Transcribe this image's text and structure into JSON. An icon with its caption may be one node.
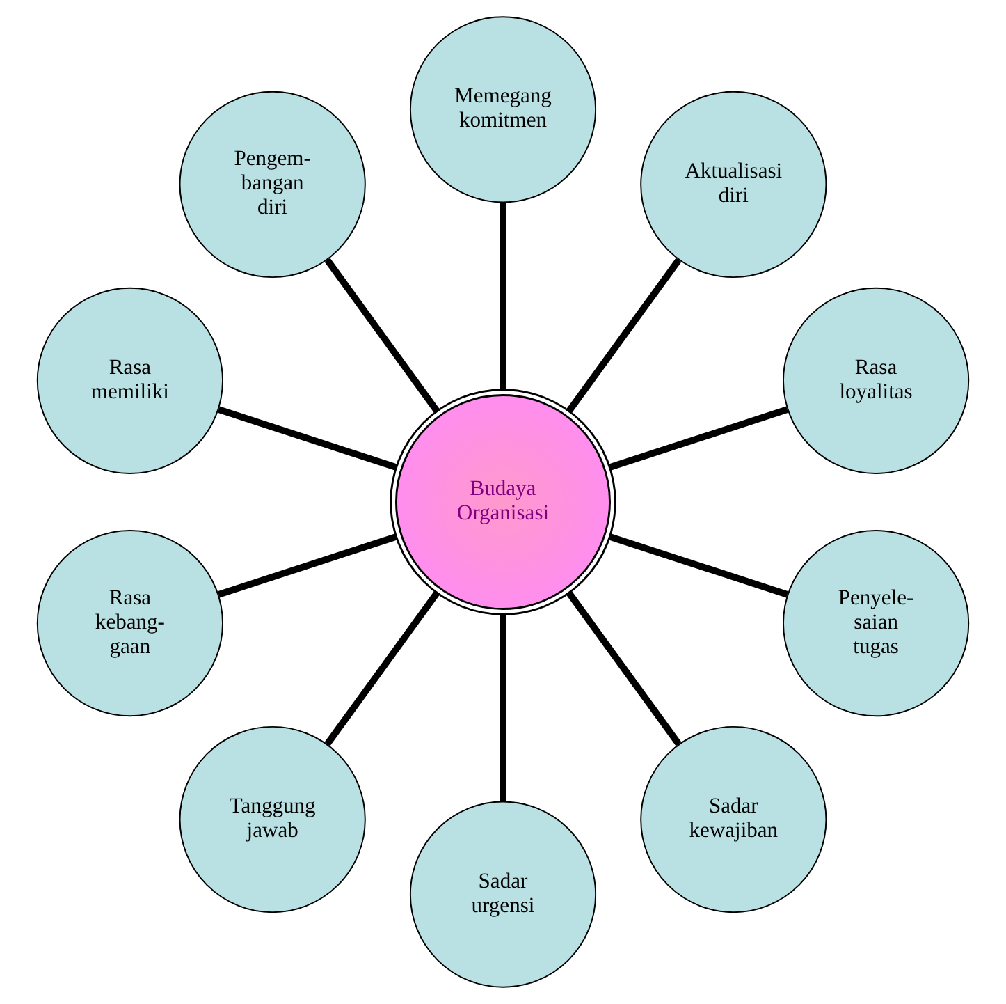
{
  "diagram": {
    "nodes": [
      {
        "text": [
          "Rasa loyalitas"
        ]
      },
      {
        "text": [
          "Aktualisasi diri"
        ]
      },
      {
        "text": [
          "Memegang komitmen"
        ]
      },
      {
        "text": [
          "Pengem- bangan diri"
        ]
      },
      {
        "text": [
          "Rasa memiliki"
        ]
      },
      {
        "text": [
          "Budaya Organisasi"
        ]
      },
      {
        "text": [
          "Rasa kebang- gaan"
        ]
      },
      {
        "text": [
          "Tanggung jawab"
        ]
      },
      {
        "text": [
          "Sadar urgensi"
        ]
      },
      {
        "text": [
          "Sadar kewajiban"
        ]
      },
      {
        "text": [
          "Penyele- saian tugas"
        ]
      }
    ],
    "edges": [
      {
        "from": 5,
        "to": 0,
        "arrow": "none"
      },
      {
        "from": 5,
        "to": 2,
        "arrow": "none"
      },
      {
        "from": 5,
        "to": 4,
        "arrow": "none"
      },
      {
        "from": 5,
        "to": 7,
        "arrow": "none"
      },
      {
        "from": 5,
        "to": 9,
        "arrow": "none"
      },
      {
        "from": 5,
        "to": 10,
        "arrow": "none"
      },
      {
        "from": 5,
        "to": 8,
        "arrow": "none"
      },
      {
        "from": 5,
        "to": 6,
        "arrow": "none"
      },
      {
        "from": 5,
        "to": 3,
        "arrow": "none"
      },
      {
        "from": 5,
        "to": 1,
        "arrow": "none"
      }
    ]
  }
}
